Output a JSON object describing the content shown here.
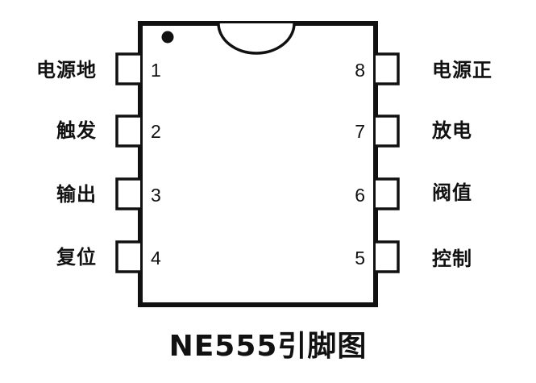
{
  "diagram": {
    "type": "ic-pinout",
    "package": "DIP-8",
    "title": "NE555引脚图",
    "colors": {
      "stroke": "#111111",
      "background": "#ffffff"
    },
    "left_pins": [
      {
        "number": "1",
        "label": "电源地"
      },
      {
        "number": "2",
        "label": "触发"
      },
      {
        "number": "3",
        "label": "输出"
      },
      {
        "number": "4",
        "label": "复位"
      }
    ],
    "right_pins": [
      {
        "number": "8",
        "label": "电源正"
      },
      {
        "number": "7",
        "label": "放电"
      },
      {
        "number": "6",
        "label": "阀值"
      },
      {
        "number": "5",
        "label": "控制"
      }
    ],
    "markers": {
      "pin1_dot": "pin-1-indicator-dot",
      "notch": "orientation-notch"
    }
  }
}
